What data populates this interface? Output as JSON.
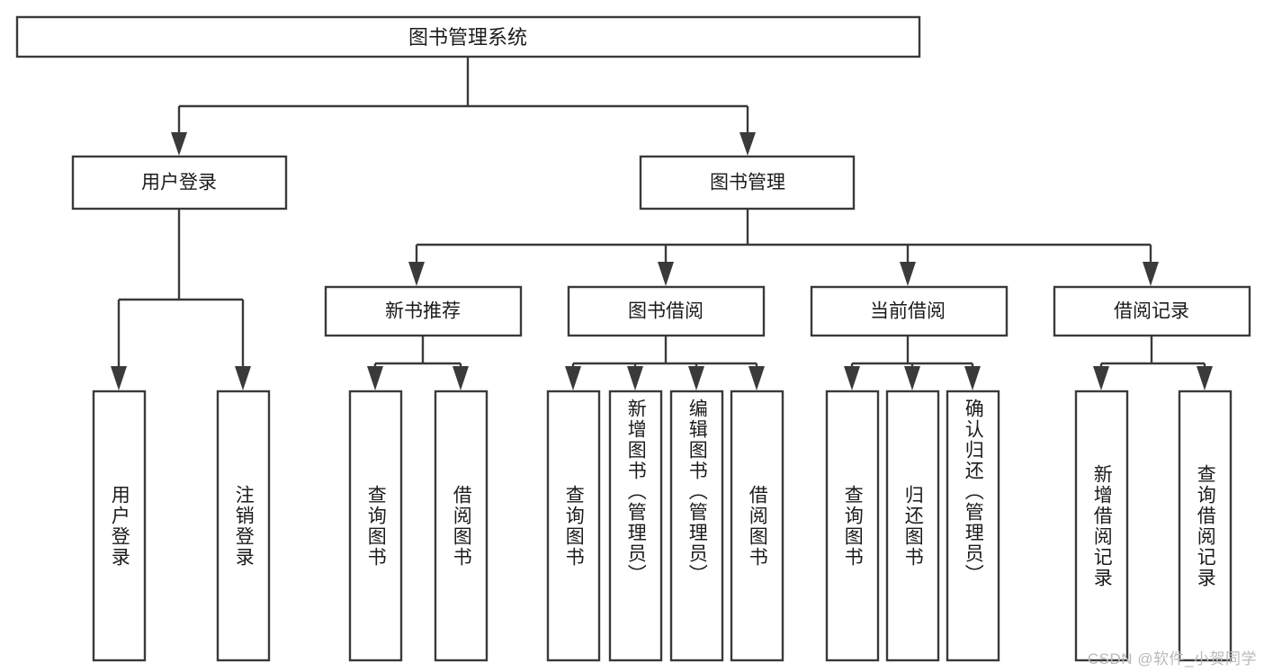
{
  "diagram": {
    "type": "tree",
    "title": "图书管理系统",
    "watermark": "CSDN @软件_小贺同学",
    "colors": {
      "box_stroke": "#3a3a3a",
      "box_fill": "#ffffff",
      "text": "#1b1b1b",
      "background": "#ffffff",
      "watermark": "#b9b9b9"
    },
    "nodes": {
      "root": {
        "label": "图书管理系统"
      },
      "level1": [
        {
          "id": "user-login",
          "label": "用户登录"
        },
        {
          "id": "book-manage",
          "label": "图书管理"
        }
      ],
      "level2": [
        {
          "id": "new-book-recommend",
          "label": "新书推荐",
          "parent": "book-manage"
        },
        {
          "id": "book-borrow",
          "label": "图书借阅",
          "parent": "book-manage"
        },
        {
          "id": "current-borrow",
          "label": "当前借阅",
          "parent": "book-manage"
        },
        {
          "id": "borrow-record",
          "label": "借阅记录",
          "parent": "book-manage"
        }
      ],
      "leaves": [
        {
          "id": "leaf-user-login",
          "label": "用户登录",
          "parent": "user-login"
        },
        {
          "id": "leaf-user-logout",
          "label": "注销登录",
          "parent": "user-login"
        },
        {
          "id": "leaf-query-book-1",
          "label": "查询图书",
          "parent": "new-book-recommend"
        },
        {
          "id": "leaf-borrow-book-1",
          "label": "借阅图书",
          "parent": "new-book-recommend"
        },
        {
          "id": "leaf-query-book-2",
          "label": "查询图书",
          "parent": "book-borrow"
        },
        {
          "id": "leaf-add-book",
          "label": "新增图书（管理员）",
          "parent": "book-borrow"
        },
        {
          "id": "leaf-edit-book",
          "label": "编辑图书（管理员）",
          "parent": "book-borrow"
        },
        {
          "id": "leaf-borrow-book-2",
          "label": "借阅图书",
          "parent": "book-borrow"
        },
        {
          "id": "leaf-query-book-3",
          "label": "查询图书",
          "parent": "current-borrow"
        },
        {
          "id": "leaf-return-book",
          "label": "归还图书",
          "parent": "current-borrow"
        },
        {
          "id": "leaf-confirm-return",
          "label": "确认归还（管理员）",
          "parent": "current-borrow"
        },
        {
          "id": "leaf-add-record",
          "label": "新增借阅记录",
          "parent": "borrow-record"
        },
        {
          "id": "leaf-query-record",
          "label": "查询借阅记录",
          "parent": "borrow-record"
        }
      ]
    }
  }
}
